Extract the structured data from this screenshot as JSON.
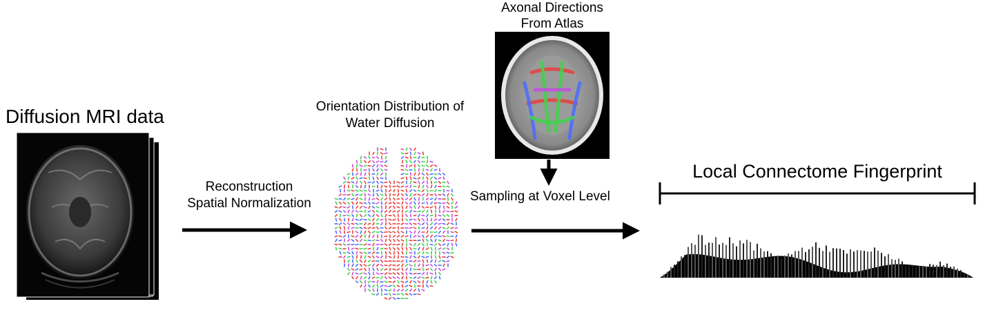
{
  "diagram": {
    "input": {
      "title": "Diffusion MRI data"
    },
    "step1": {
      "line1": "Reconstruction",
      "line2": "Spatial Normalization"
    },
    "odf": {
      "line1": "Orientation Distribution of",
      "line2": "Water Diffusion"
    },
    "atlas": {
      "line1": "Axonal Directions",
      "line2": "From Atlas"
    },
    "step2": {
      "label": "Sampling at Voxel Level"
    },
    "output": {
      "title": "Local Connectome Fingerprint"
    }
  },
  "colors": {
    "arrow": "#000000",
    "brain_gray": "#8c8c8c",
    "fiber_red": "#e8403a",
    "fiber_green": "#3fd34a",
    "fiber_blue": "#4a6cff",
    "fiber_magenta": "#c44de0"
  },
  "icons": [
    "brain-mri-slice-icon",
    "odf-glyph-field-icon",
    "atlas-brain-icon",
    "fingerprint-waveform-icon"
  ]
}
